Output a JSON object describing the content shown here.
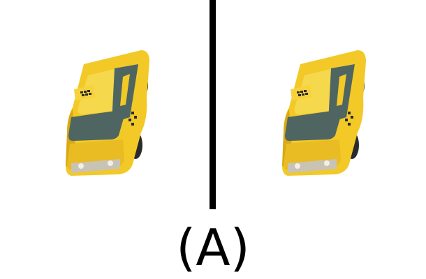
{
  "images": [
    {
      "name": "taxi-left",
      "depicts": "taxi-car-icon",
      "body_color": "#f2c927"
    },
    {
      "name": "taxi-right",
      "depicts": "taxi-car-icon",
      "body_color": "#f2c927"
    }
  ],
  "divider_color": "#000000",
  "caption": "(A)"
}
